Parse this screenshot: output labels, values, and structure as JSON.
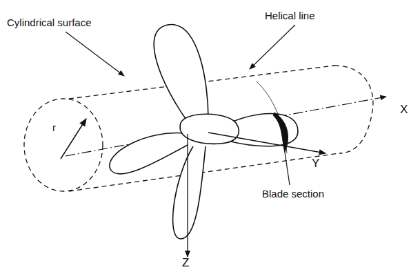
{
  "diagram": {
    "labels": [
      "Cylindrical surface",
      "Helical line",
      "Blade section",
      "r",
      "X",
      "Y",
      "Z"
    ]
  }
}
